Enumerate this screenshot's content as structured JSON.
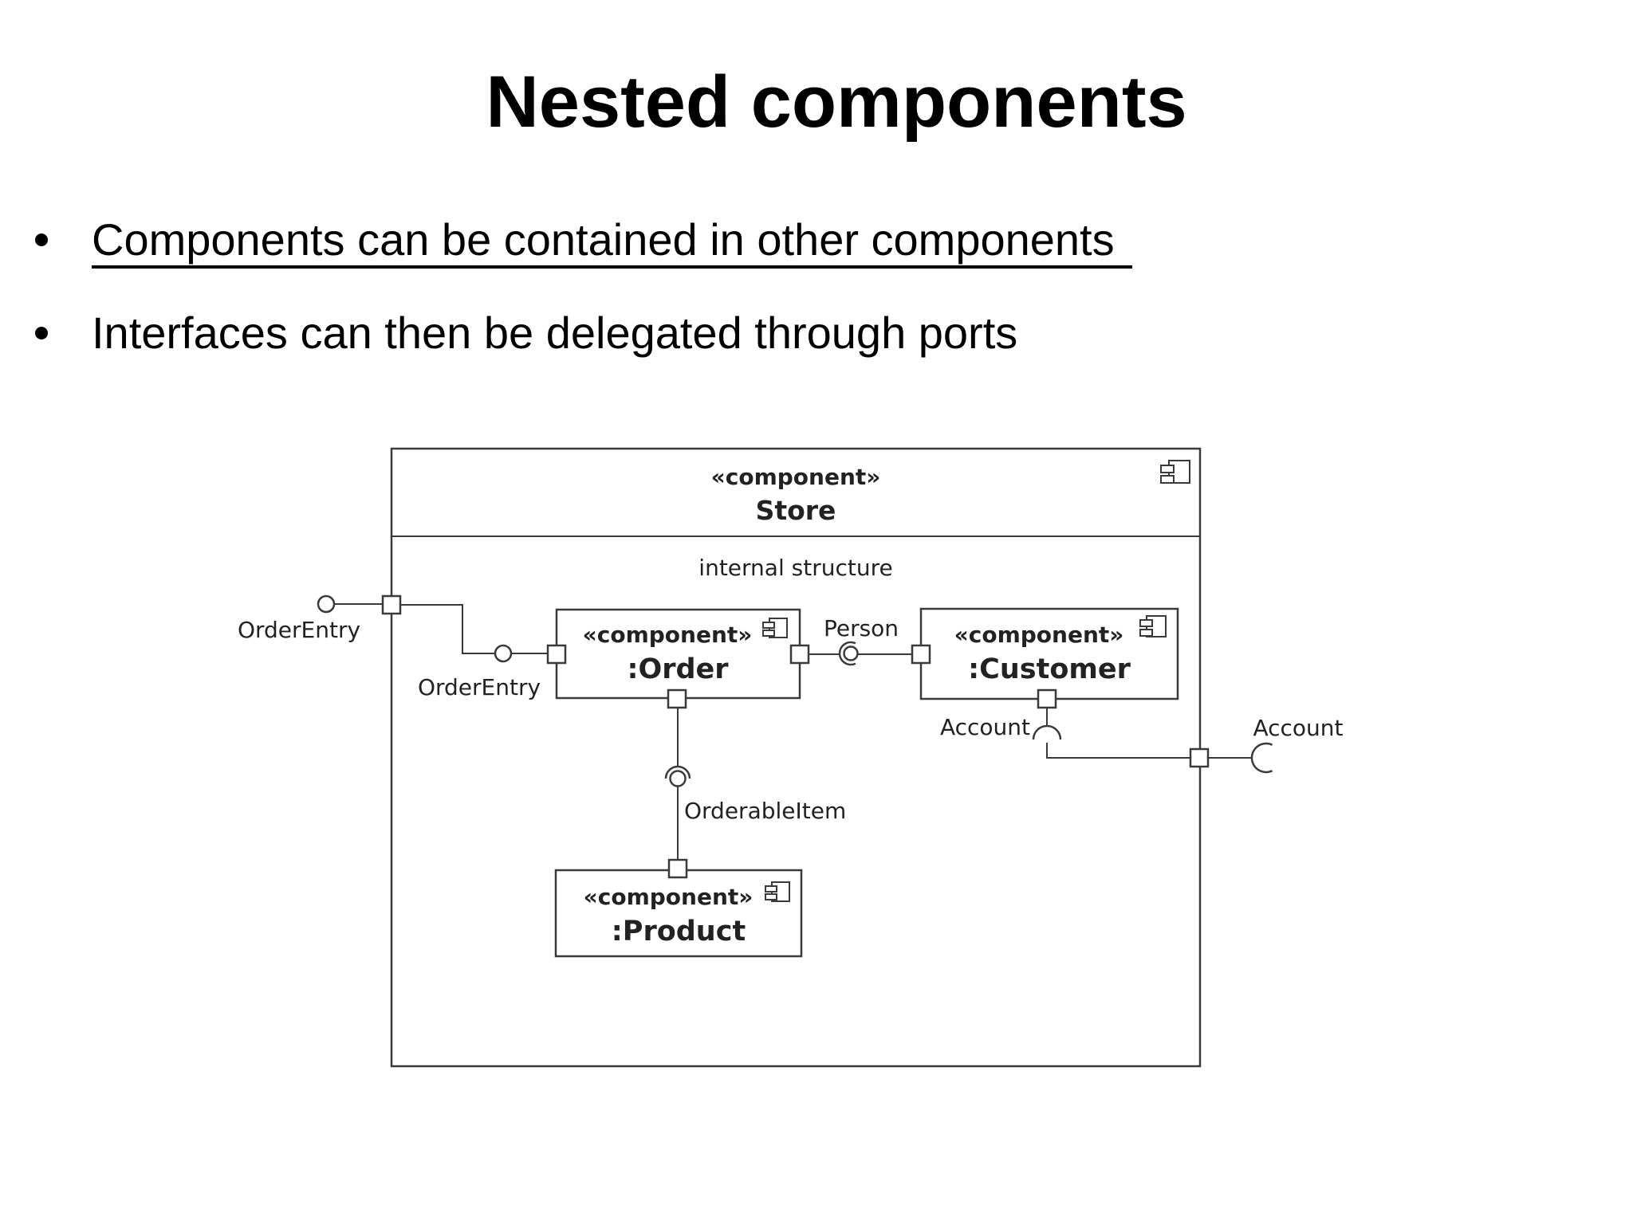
{
  "slide": {
    "title": "Nested components",
    "bullets": [
      {
        "text": "Components can be contained in other components"
      },
      {
        "text": "Interfaces can then be delegated through ports"
      }
    ]
  },
  "diagram": {
    "store": {
      "stereotype": "«component»",
      "name": "Store",
      "section_label": "internal structure"
    },
    "components": [
      {
        "stereotype": "«component»",
        "name": ":Order"
      },
      {
        "stereotype": "«component»",
        "name": ":Customer"
      },
      {
        "stereotype": "«component»",
        "name": ":Product"
      }
    ],
    "interfaces": {
      "order_entry_external": "OrderEntry",
      "order_entry_internal": "OrderEntry",
      "person": "Person",
      "orderable_item": "OrderableItem",
      "account_internal": "Account",
      "account_external": "Account"
    }
  },
  "colors": {
    "background": "#ffffff",
    "text": "#000000",
    "diagram_line": "#3a3a3a"
  }
}
